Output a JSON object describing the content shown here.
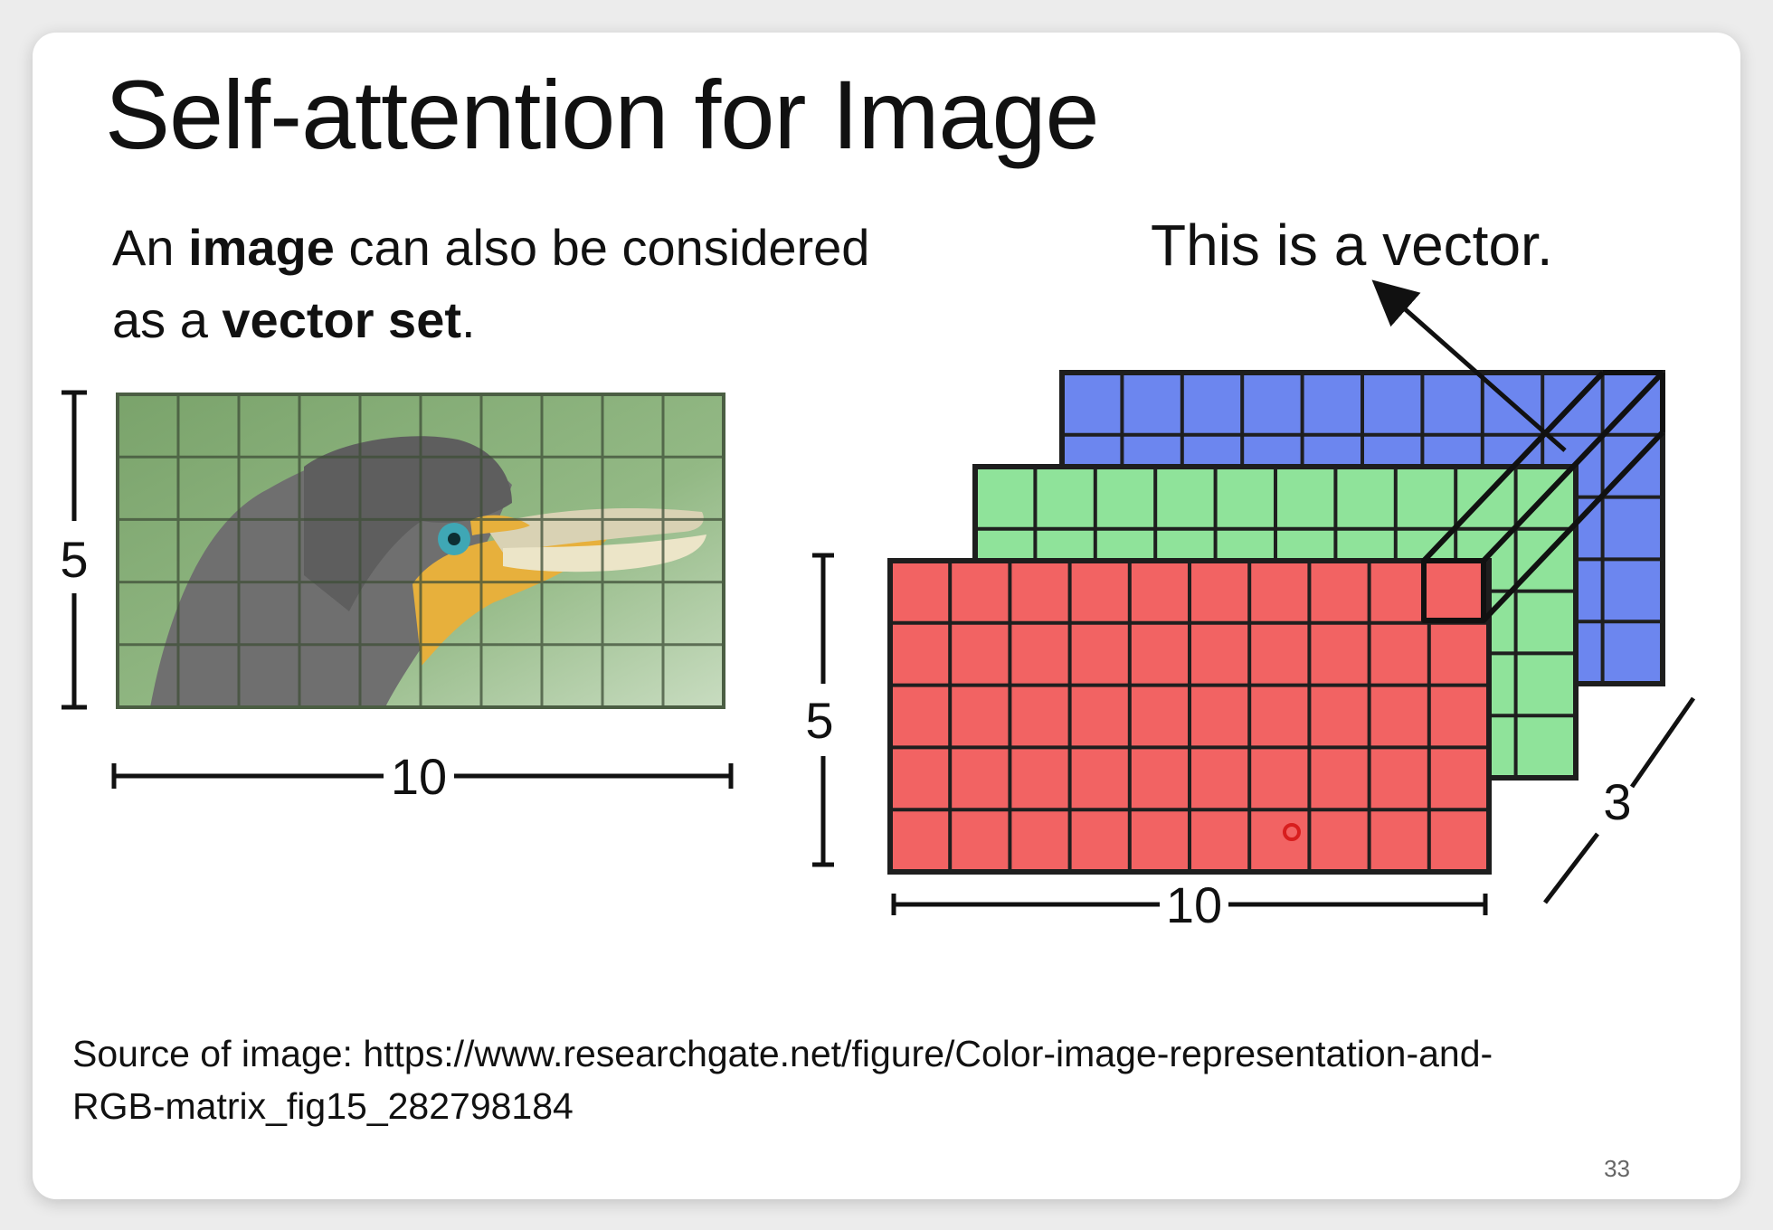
{
  "slide": {
    "title": "Self-attention for Image",
    "description": {
      "part1": "An ",
      "bold1": "image",
      "part2": " can also be considered as a ",
      "bold2": "vector set",
      "part3": "."
    },
    "callout": "This is a vector.",
    "left_figure": {
      "height_label": "5",
      "width_label": "10",
      "rows": 5,
      "cols": 10,
      "subject": "bird-photo"
    },
    "right_figure": {
      "height_label": "5",
      "width_label": "10",
      "depth_label": "3",
      "rows": 5,
      "cols": 10,
      "channels": [
        {
          "name": "red",
          "color": "#f26363"
        },
        {
          "name": "green",
          "color": "#8fe39a"
        },
        {
          "name": "blue",
          "color": "#6c86ef"
        }
      ]
    },
    "source_line1": "Source of image: https://www.researchgate.net/figure/Color-image-representation-and-",
    "source_line2": "RGB-matrix_fig15_282798184",
    "page_number": "33"
  }
}
